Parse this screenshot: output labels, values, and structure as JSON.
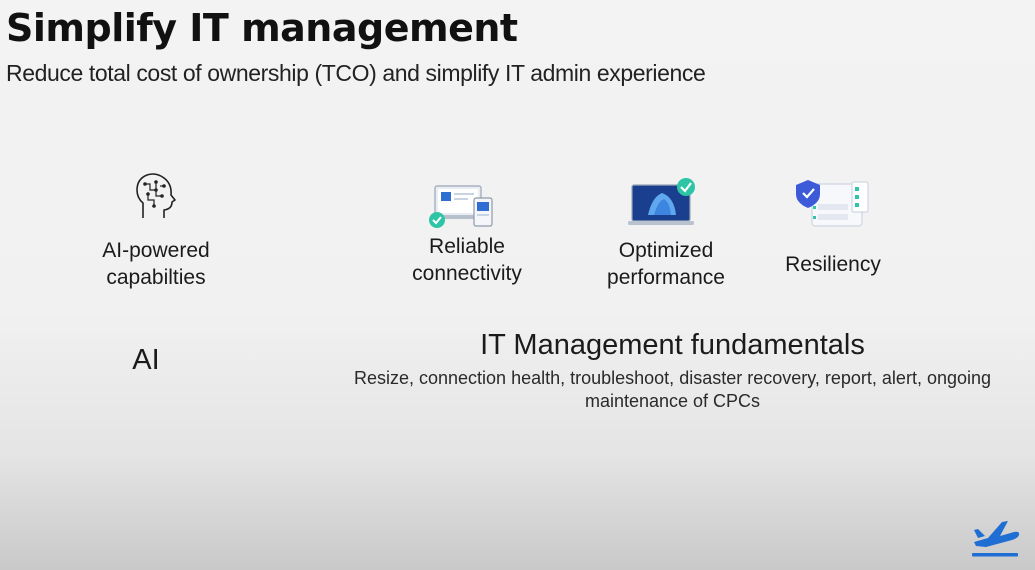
{
  "header": {
    "title": "Simplify IT management",
    "subtitle": "Reduce total cost of ownership (TCO) and simplify IT admin experience"
  },
  "capabilities": [
    {
      "label_line1": "AI-powered",
      "label_line2": "capabilties",
      "icon": "brain-head-icon"
    },
    {
      "label_line1": "Reliable",
      "label_line2": "connectivity",
      "icon": "devices-connectivity-icon"
    },
    {
      "label_line1": "Optimized",
      "label_line2": "performance",
      "icon": "laptop-check-icon"
    },
    {
      "label_line1": "Resiliency",
      "label_line2": "",
      "icon": "shield-list-icon"
    }
  ],
  "sections": {
    "ai_label": "AI",
    "fundamentals_title": "IT Management fundamentals",
    "fundamentals_desc_line1": "Resize, connection health, troubleshoot, disaster recovery, report, alert, ongoing",
    "fundamentals_desc_line2": "maintenance of CPCs"
  },
  "colors": {
    "accent_blue": "#2f6fd1",
    "check_teal": "#2ec4a6",
    "shield_blue": "#3d5bd8"
  },
  "corner_logo": "airplane-logo-icon"
}
